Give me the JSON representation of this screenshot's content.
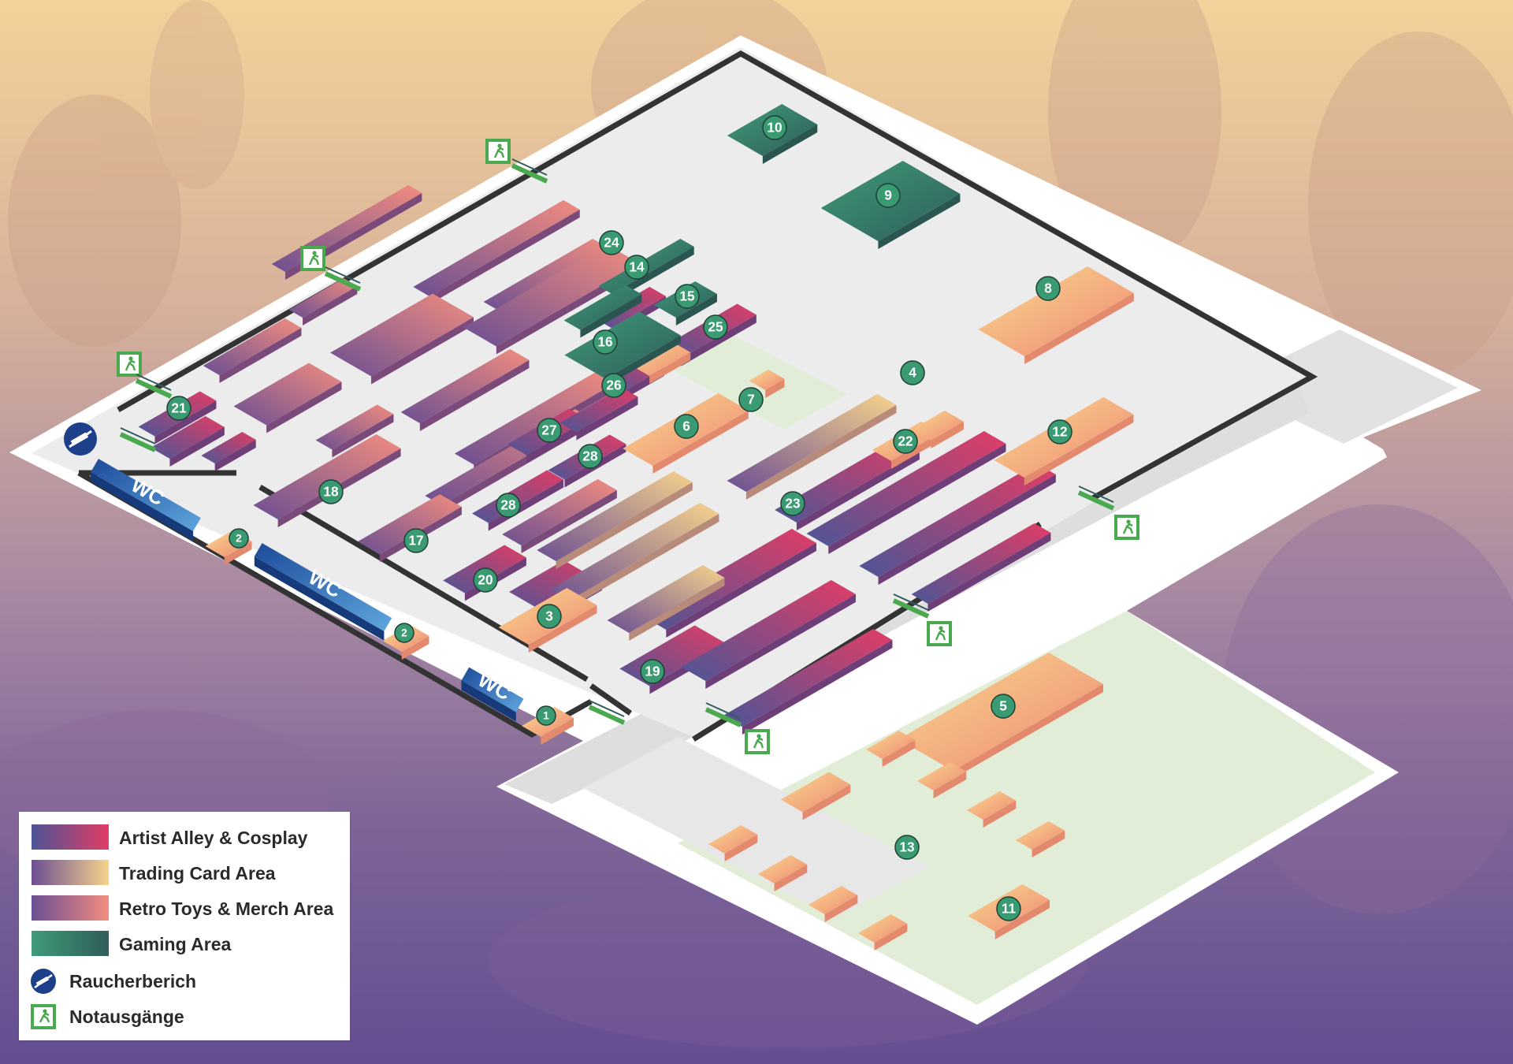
{
  "legend": {
    "items": [
      {
        "label": "Artist Alley & Cosplay",
        "colors": [
          "#4d5596",
          "#e13d66"
        ]
      },
      {
        "label": "Trading Card Area",
        "colors": [
          "#6b4f92",
          "#f7d28c"
        ]
      },
      {
        "label": "Retro Toys & Merch Area",
        "colors": [
          "#6b4f92",
          "#f28c7f"
        ]
      },
      {
        "label": "Gaming Area",
        "colors": [
          "#3f9b79",
          "#2f5d5b"
        ]
      }
    ],
    "smoking": {
      "label": "Raucherberich",
      "icon": "smoking-area-icon"
    },
    "exits": {
      "label": "Notausgänge",
      "icon": "emergency-exit-icon"
    }
  },
  "restroom_label": "WC",
  "booth_numbers": [
    "1",
    "2",
    "3",
    "4",
    "5",
    "6",
    "7",
    "8",
    "9",
    "10",
    "11",
    "12",
    "13",
    "14",
    "15",
    "16",
    "17",
    "18",
    "19",
    "20",
    "21",
    "22",
    "23",
    "24",
    "25",
    "26",
    "27",
    "28"
  ],
  "colors": {
    "artist_a": "#4d5596",
    "artist_b": "#e13d66",
    "trading_a": "#6b4f92",
    "trading_b": "#f7d28c",
    "retro_a": "#6b4f92",
    "retro_b": "#f28c7f",
    "gaming_a": "#3f9b79",
    "gaming_b": "#2f5d5b",
    "wc_a": "#1e4b9a",
    "wc_b": "#5ea6dd",
    "badge": "#3a9a72",
    "exit_green": "#4aa84f",
    "floor": "#eeeeee",
    "hall_wall": "#333333",
    "outdoor": "#e2edd7"
  }
}
